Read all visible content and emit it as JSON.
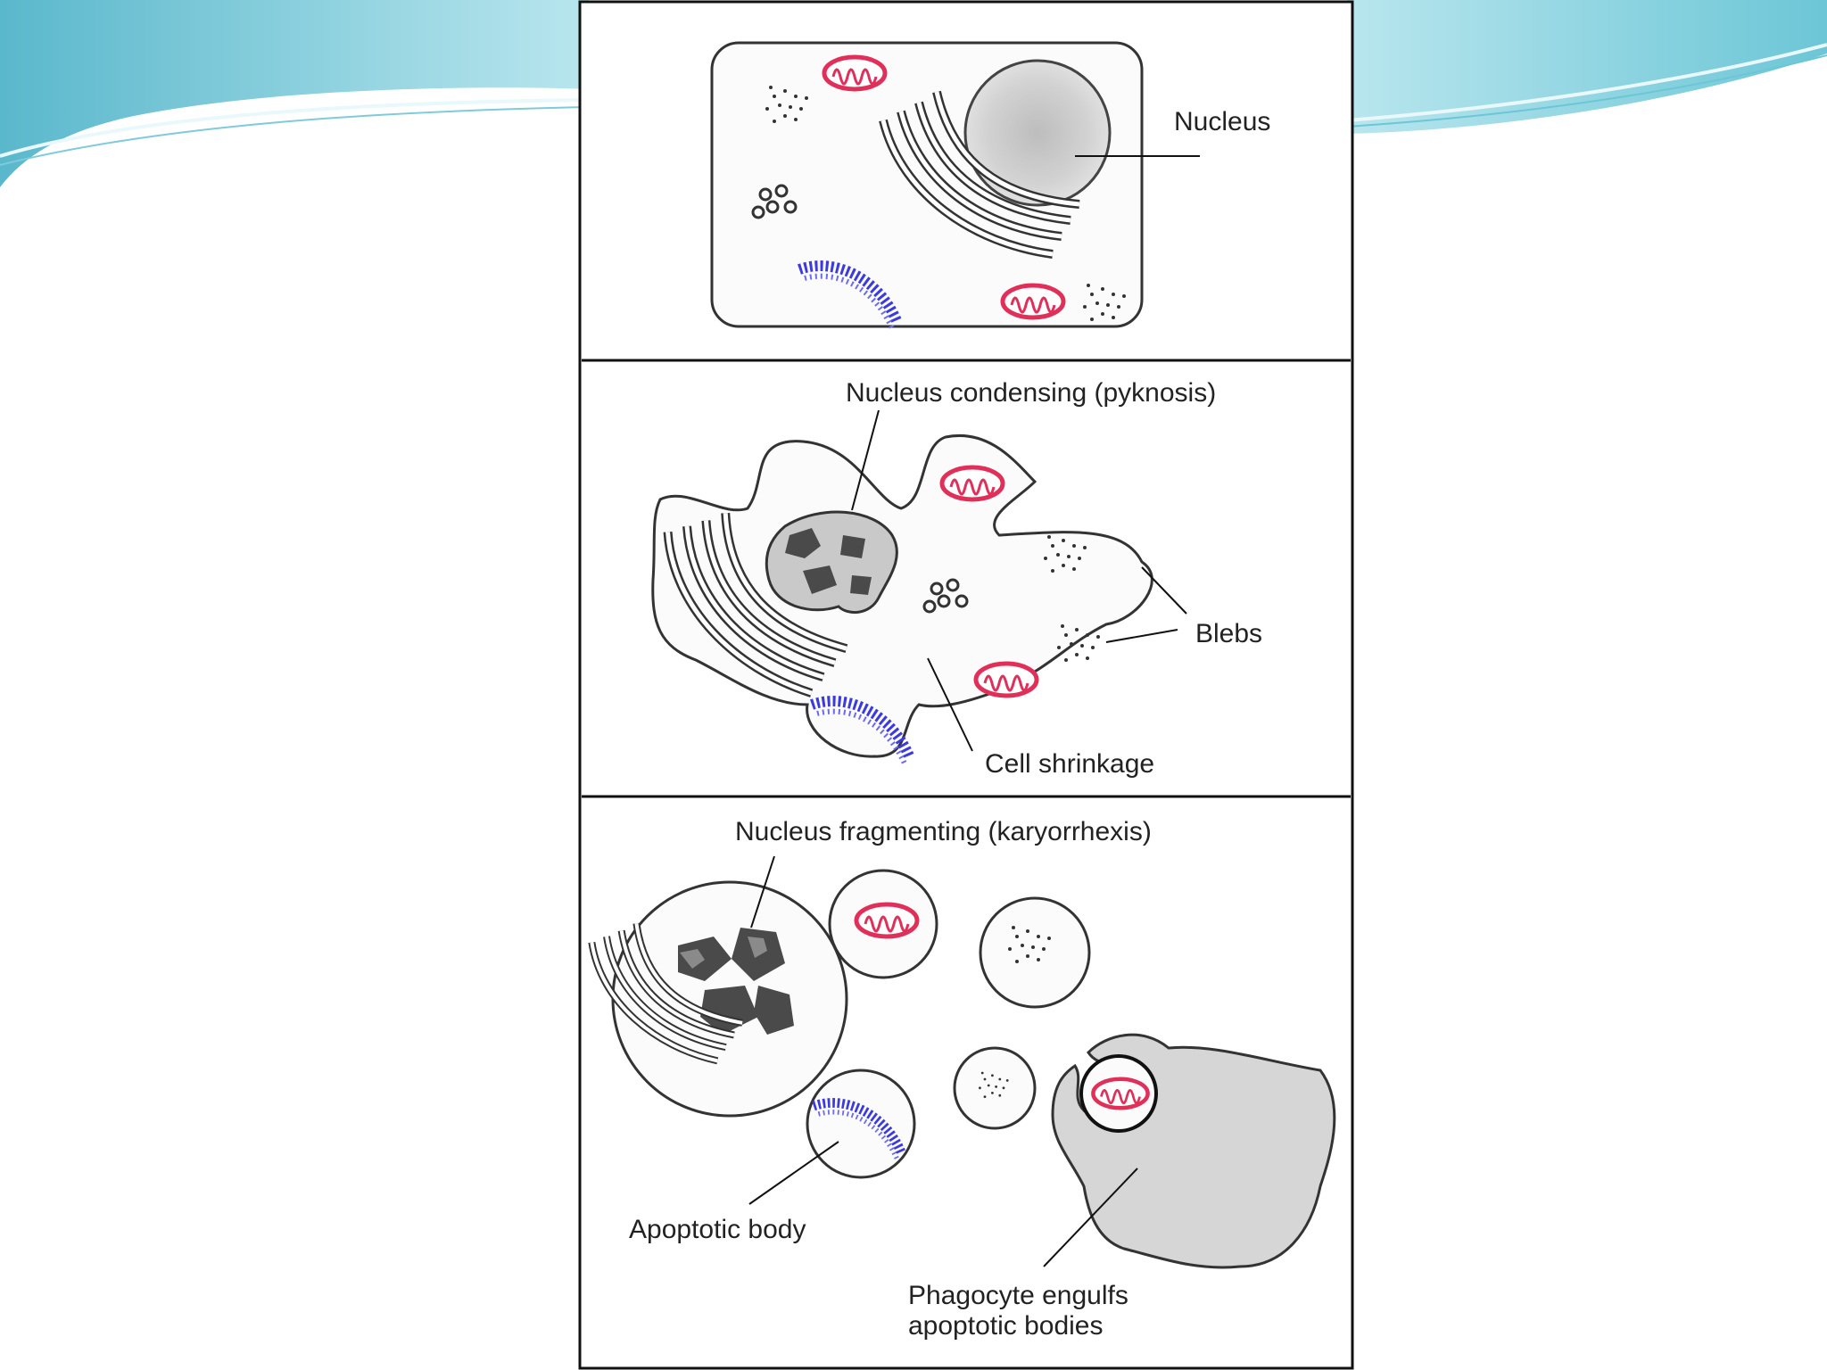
{
  "colors": {
    "slide_wave_light": "#cdeef3",
    "slide_wave_mid": "#8fd3e0",
    "slide_wave_dark": "#5ab8cc",
    "panel_border": "#111111",
    "mitochondria": "#e0305a",
    "er_blue": "#3a3ae0",
    "phagocyte_fill": "#d6d6d6"
  },
  "diagram": {
    "panel1": {
      "nucleus_label": "Nucleus"
    },
    "panel2": {
      "nucleus_label": "Nucleus condensing (pyknosis)",
      "blebs_label": "Blebs",
      "shrinkage_label": "Cell shrinkage"
    },
    "panel3": {
      "nucleus_label": "Nucleus fragmenting (karyorrhexis)",
      "apoptotic_body_label": "Apoptotic body",
      "phagocyte_label_line1": "Phagocyte engulfs",
      "phagocyte_label_line2": "apoptotic bodies"
    }
  }
}
